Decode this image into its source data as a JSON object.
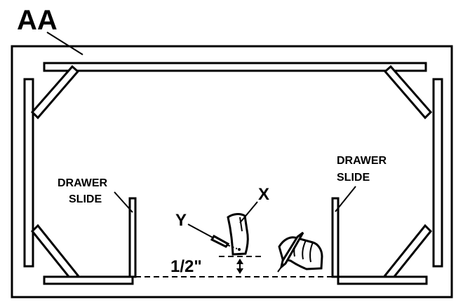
{
  "labels": {
    "aa": "AA",
    "x": "X",
    "y": "Y",
    "half_inch": "1/2\"",
    "drawer_slide_left_line1": "DRAWER",
    "drawer_slide_left_line2": "SLIDE",
    "drawer_slide_right_line1": "DRAWER",
    "drawer_slide_right_line2": "SLIDE"
  },
  "colors": {
    "ink": "#000000",
    "paper": "#ffffff"
  }
}
